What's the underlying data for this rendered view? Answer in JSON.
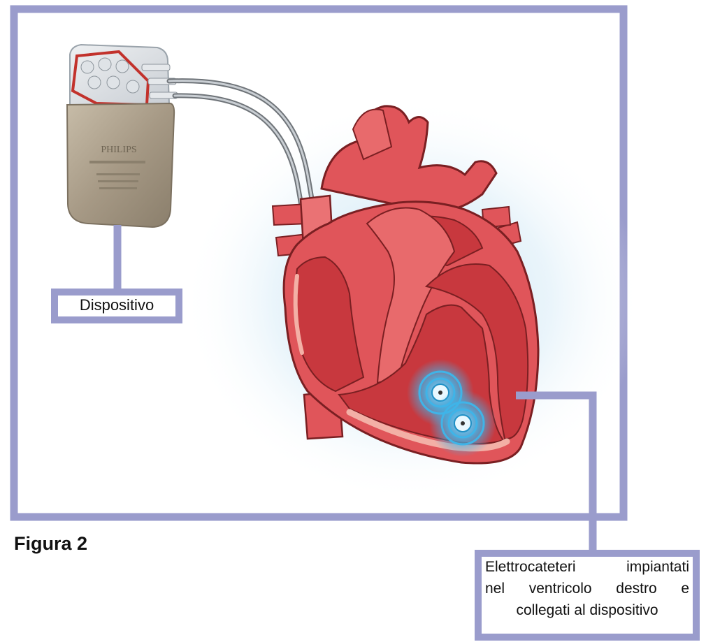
{
  "figure": {
    "caption": "Figura 2"
  },
  "labels": {
    "device": "Dispositivo",
    "leads_line1": "Elettrocateteri impiantati",
    "leads_line2": "nel ventricolo destro e",
    "leads_line3": "collegati al dispositivo"
  },
  "colors": {
    "frame": "#9a9ccc",
    "heart_outer": "#e0555a",
    "heart_inner": "#c8383e",
    "heart_light": "#f3b0a6",
    "glow": "#bfe0f2",
    "electrode": "#3fb4e8",
    "device_case": "#a79a85"
  },
  "device_brand": "PHILIPS"
}
